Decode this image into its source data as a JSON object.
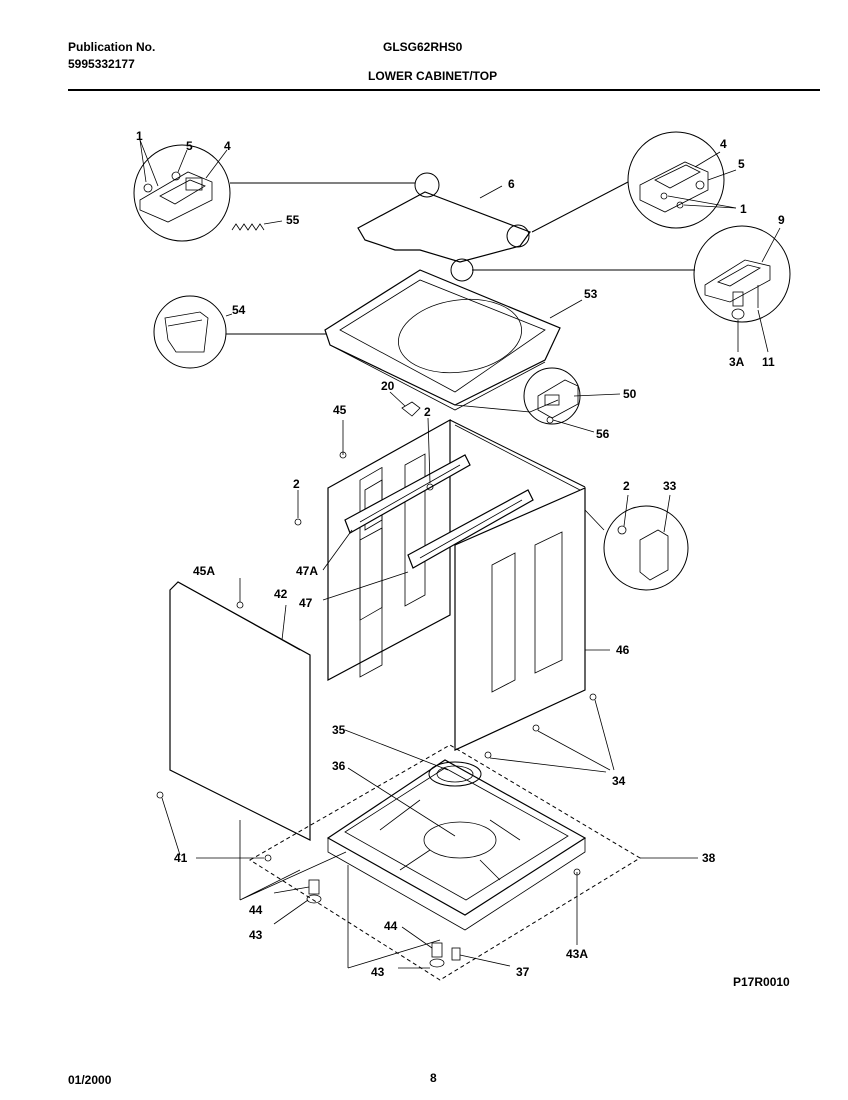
{
  "header": {
    "pub_label": "Publication No.",
    "pub_number": "5995332177",
    "model": "GLSG62RHS0",
    "section": "LOWER CABINET/TOP"
  },
  "diagram": {
    "code": "P17R0010",
    "callouts": {
      "c1a": "1",
      "c5a": "5",
      "c4a": "4",
      "c55": "55",
      "c6": "6",
      "c4b": "4",
      "c5b": "5",
      "c1b": "1",
      "c9": "9",
      "c53": "53",
      "c54": "54",
      "c3a": "3A",
      "c11": "11",
      "c20": "20",
      "c45": "45",
      "c2a": "2",
      "c50": "50",
      "c56": "56",
      "c2b": "2",
      "c2c": "2",
      "c33": "33",
      "c47a": "47A",
      "c47": "47",
      "c45a": "45A",
      "c42": "42",
      "c46": "46",
      "c35": "35",
      "c36": "36",
      "c34": "34",
      "c41": "41",
      "c38": "38",
      "c44a": "44",
      "c43a": "43",
      "c44b": "44",
      "c43b": "43",
      "c37": "37",
      "c43c": "43A"
    }
  },
  "footer": {
    "date": "01/2000",
    "page": "8"
  }
}
